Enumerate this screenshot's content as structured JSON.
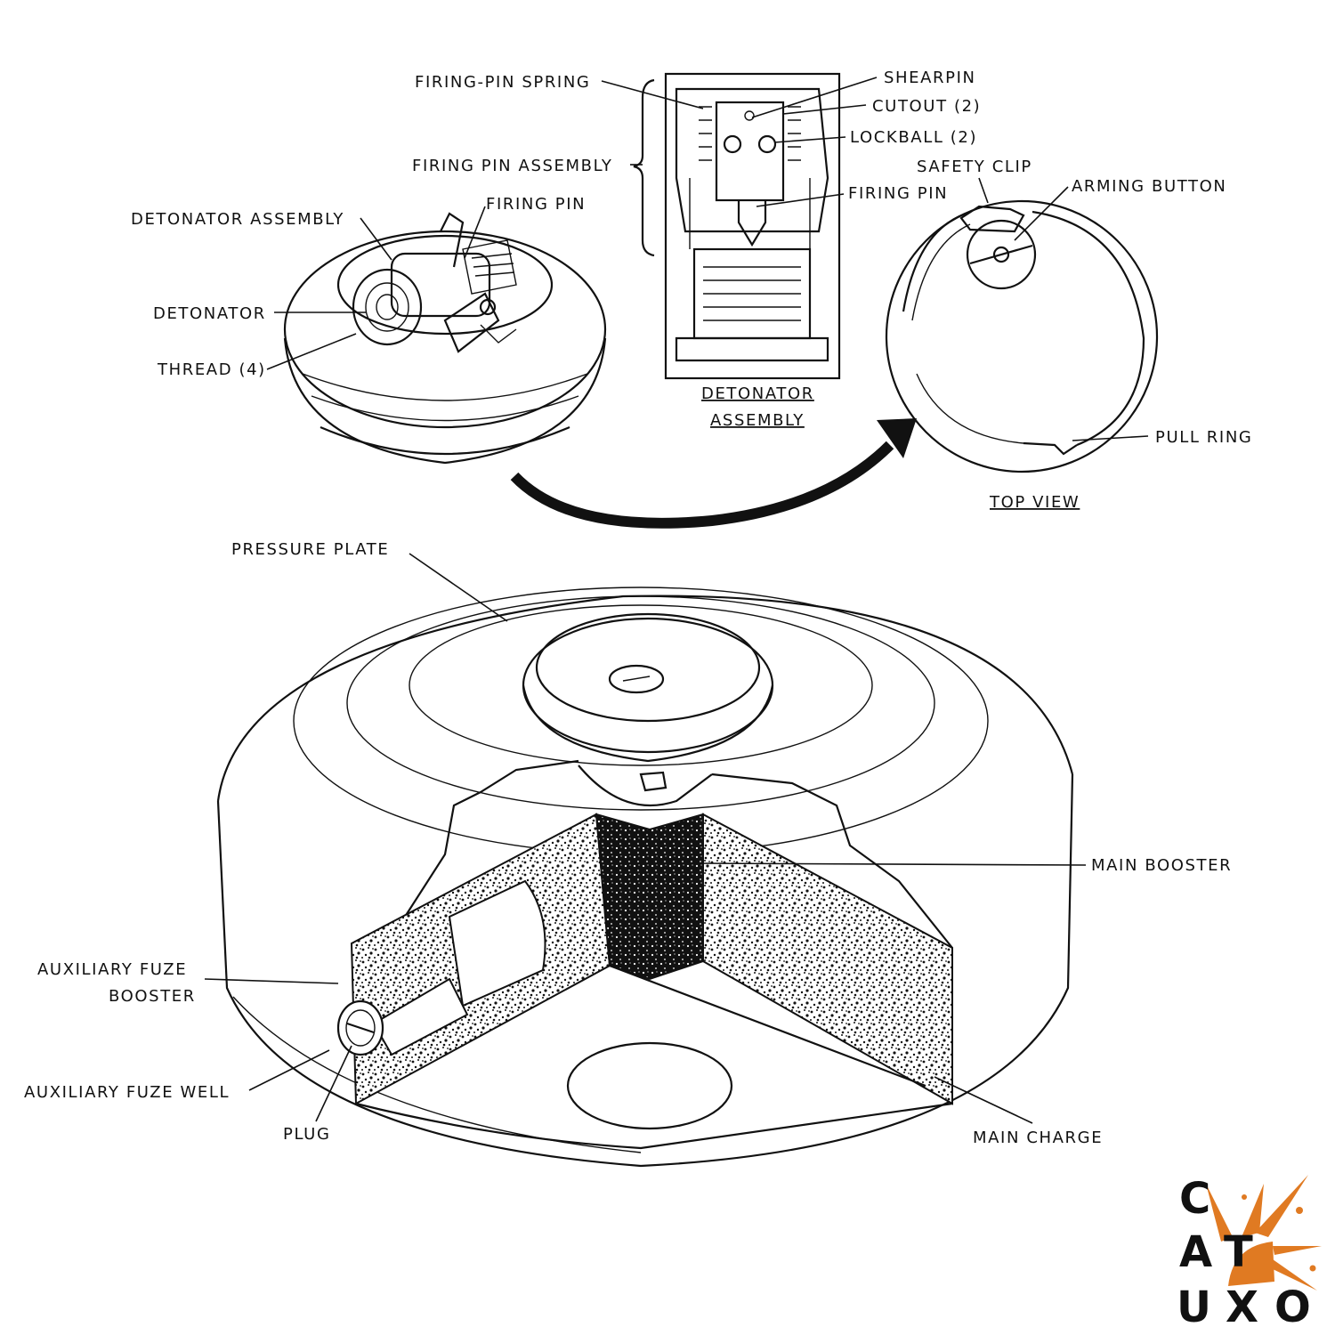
{
  "labels": {
    "firing_pin_spring": "FIRING-PIN SPRING",
    "firing_pin_assembly": "FIRING PIN ASSEMBLY",
    "detonator_assembly_left": "DETONATOR ASSEMBLY",
    "firing_pin_left": "FIRING PIN",
    "detonator": "DETONATOR",
    "thread": "THREAD (4)",
    "shearpin": "SHEARPIN",
    "cutout": "CUTOUT (2)",
    "lockball": "LOCKBALL (2)",
    "firing_pin_center": "FIRING PIN",
    "safety_clip": "SAFETY CLIP",
    "arming_button": "ARMING BUTTON",
    "pull_ring": "PULL RING",
    "detonator_assembly_caption_1": "DETONATOR",
    "detonator_assembly_caption_2": "ASSEMBLY",
    "top_view_caption": "TOP VIEW",
    "pressure_plate": "PRESSURE PLATE",
    "main_booster": "MAIN BOOSTER",
    "aux_fuze_booster_1": "AUXILIARY FUZE",
    "aux_fuze_booster_2": "BOOSTER",
    "aux_fuze_well": "AUXILIARY FUZE WELL",
    "plug": "PLUG",
    "main_charge": "MAIN CHARGE"
  },
  "logo": {
    "letters": [
      "C",
      "A",
      "T",
      "U",
      "X",
      "O"
    ],
    "text_color": "#111111",
    "accent_color": "#e07a22"
  }
}
